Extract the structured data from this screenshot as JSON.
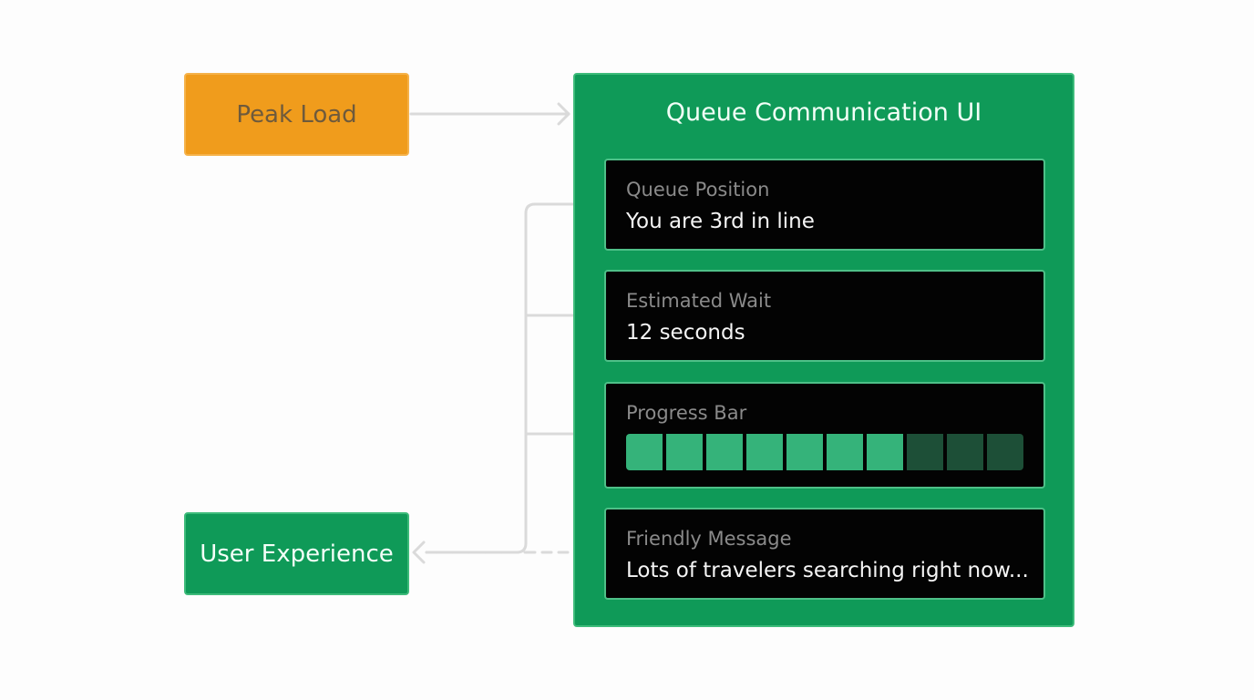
{
  "nodes": {
    "peak_load": "Peak Load",
    "user_experience": "User Experience"
  },
  "panel": {
    "title": "Queue Communication UI",
    "cards": {
      "queue_position": {
        "label": "Queue Position",
        "value": "You are 3rd in line"
      },
      "estimated_wait": {
        "label": "Estimated Wait",
        "value": "12 seconds"
      },
      "progress_bar": {
        "label": "Progress Bar",
        "progress_fraction": 0.72,
        "segments": 10
      },
      "friendly_message": {
        "label": "Friendly Message",
        "value": "Lots of travelers searching right now..."
      }
    }
  },
  "colors": {
    "peak_load": "#f09c1c",
    "panel_green": "#0f9a58",
    "card_background": "#030303",
    "progress_filled": "#35b37a",
    "progress_empty": "#1d4f37",
    "connector": "#d9d9d9"
  }
}
